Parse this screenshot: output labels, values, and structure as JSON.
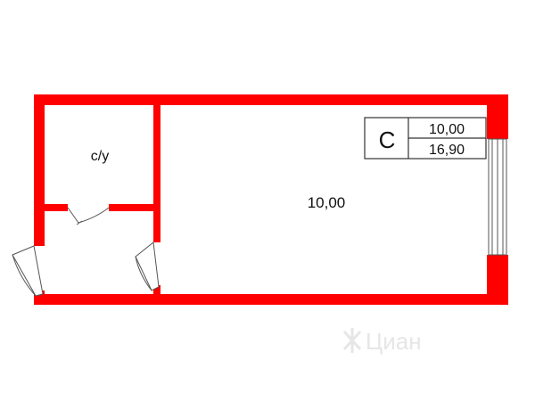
{
  "colors": {
    "wall": "#ff0000",
    "line": "#555555",
    "text": "#111111",
    "background": "#ffffff",
    "watermark": "#e6e6e6"
  },
  "rooms": {
    "bathroom_label": "с/у",
    "main_room_area": "10,00"
  },
  "legend": {
    "letter": "С",
    "value_top": "10,00",
    "value_bottom": "16,90"
  },
  "watermark": {
    "text": "Циан"
  }
}
